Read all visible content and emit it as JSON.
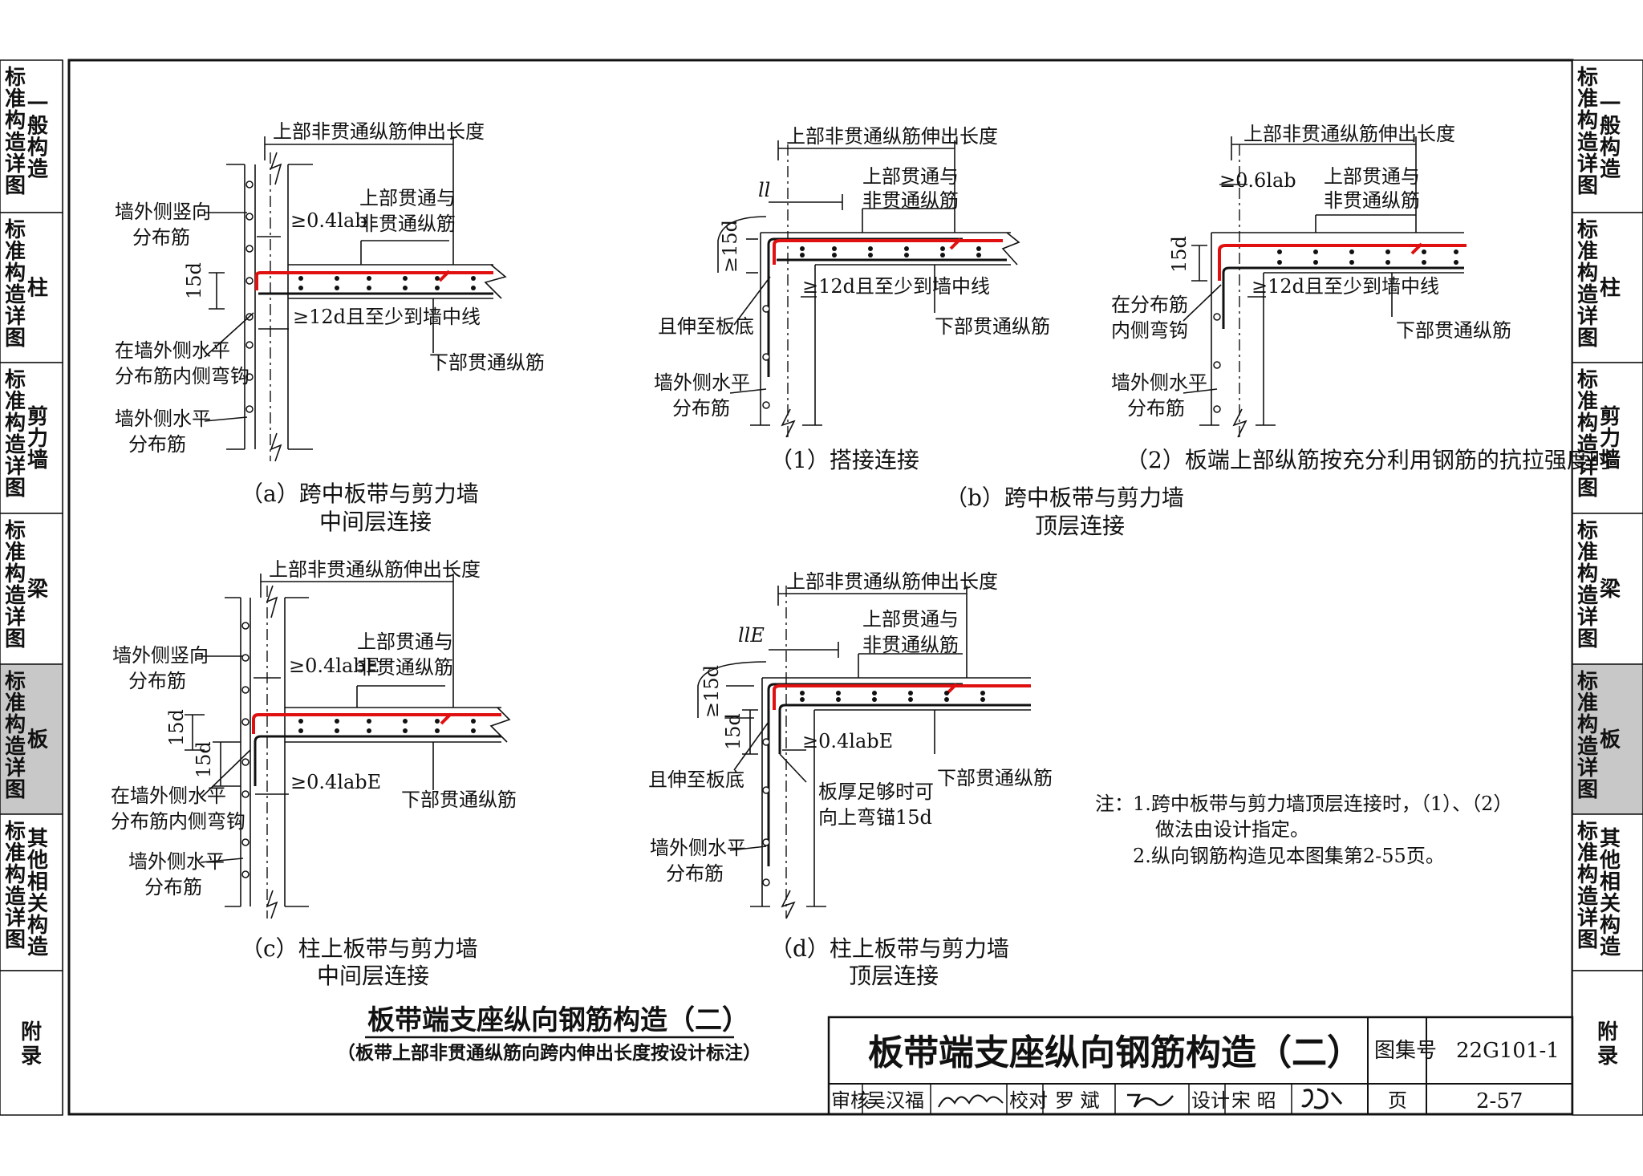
{
  "side_tabs": [
    {
      "lines": [
        "标",
        "准",
        "构",
        "造",
        "详",
        "图"
      ],
      "topic": [
        "一",
        "般",
        "构",
        "造"
      ],
      "active": false
    },
    {
      "lines": [
        "标",
        "准",
        "构",
        "造",
        "详",
        "图"
      ],
      "topic": [
        "柱"
      ],
      "active": false
    },
    {
      "lines": [
        "标",
        "准",
        "构",
        "造",
        "详",
        "图"
      ],
      "topic": [
        "剪",
        "力",
        "墙"
      ],
      "active": false
    },
    {
      "lines": [
        "标",
        "准",
        "构",
        "造",
        "详",
        "图"
      ],
      "topic": [
        "梁"
      ],
      "active": false
    },
    {
      "lines": [
        "标",
        "准",
        "构",
        "造",
        "详",
        "图"
      ],
      "topic": [
        "板"
      ],
      "active": true
    },
    {
      "lines": [
        "标",
        "准",
        "构",
        "造",
        "详",
        "图"
      ],
      "topic": [
        "其",
        "他",
        "相",
        "关",
        "构",
        "造"
      ],
      "active": false
    },
    {
      "lines": [
        "附",
        "录"
      ],
      "topic": [],
      "active": false
    }
  ],
  "colors": {
    "rebar_highlight": "#e01010",
    "active_tab": "#c8c8c8",
    "line": "#111111"
  },
  "diagram_a": {
    "dim_top": "上部非贯通纵筋伸出长度",
    "anchor": "≥0.4lab",
    "top_bars": [
      "上部贯通与",
      "非贯通纵筋"
    ],
    "wall_vertical": [
      "墙外侧竖向",
      "分布筋"
    ],
    "dim_15d": "15d",
    "hook_note": [
      "在墙外侧水平",
      "分布筋内侧弯钩"
    ],
    "wall_horizontal": [
      "墙外侧水平",
      "分布筋"
    ],
    "bottom_anchor": "≥12d且至少到墙中线",
    "bottom_bars": "下部贯通纵筋",
    "caption": [
      "（a）跨中板带与剪力墙",
      "中间层连接"
    ]
  },
  "diagram_b1": {
    "dim_top": "上部非贯通纵筋伸出长度",
    "lap": "ll",
    "top_bars": [
      "上部贯通与",
      "非贯通纵筋"
    ],
    "dim_15d": "≥15d",
    "bottom_anchor": "≥12d且至少到墙中线",
    "to_bottom": "且伸至板底",
    "bottom_bars": "下部贯通纵筋",
    "wall_horizontal": [
      "墙外侧水平",
      "分布筋"
    ],
    "caption": "（1）搭接连接"
  },
  "diagram_b2": {
    "dim_top": "上部非贯通纵筋伸出长度",
    "anchor": "≥0.6lab",
    "top_bars": [
      "上部贯通与",
      "非贯通纵筋"
    ],
    "dim_15d": "15d",
    "bottom_anchor": "≥12d且至少到墙中线",
    "hook_note": [
      "在分布筋",
      "内侧弯钩"
    ],
    "bottom_bars": "下部贯通纵筋",
    "wall_horizontal": [
      "墙外侧水平",
      "分布筋"
    ],
    "caption": "（2）板端上部纵筋按充分利用钢筋的抗拉强度时"
  },
  "caption_b": [
    "（b）跨中板带与剪力墙",
    "顶层连接"
  ],
  "diagram_c": {
    "dim_top": "上部非贯通纵筋伸出长度",
    "anchor": "≥0.4labE",
    "top_bars": [
      "上部贯通与",
      "非贯通纵筋"
    ],
    "wall_vertical": [
      "墙外侧竖向",
      "分布筋"
    ],
    "dim_15d_top": "15d",
    "dim_15d_bottom": "15d",
    "hook_note": [
      "在墙外侧水平",
      "分布筋内侧弯钩"
    ],
    "bottom_anchor": "≥0.4labE",
    "bottom_bars": "下部贯通纵筋",
    "wall_horizontal": [
      "墙外侧水平",
      "分布筋"
    ],
    "caption": [
      "（c）柱上板带与剪力墙",
      "中间层连接"
    ]
  },
  "diagram_d": {
    "dim_top": "上部非贯通纵筋伸出长度",
    "lap": "llE",
    "top_bars": [
      "上部贯通与",
      "非贯通纵筋"
    ],
    "dim_15d_top": "≥15d",
    "dim_15d_bottom": "15d",
    "to_bottom": "且伸至板底",
    "bottom_anchor": "≥0.4labE",
    "thick_note": [
      "板厚足够时可",
      "向上弯锚15d"
    ],
    "bottom_bars": "下部贯通纵筋",
    "wall_horizontal": [
      "墙外侧水平",
      "分布筋"
    ],
    "caption": [
      "（d）柱上板带与剪力墙",
      "顶层连接"
    ]
  },
  "notes": {
    "prefix": "注：",
    "items": [
      "1.跨中板带与剪力墙顶层连接时，（1）、（2）",
      "做法由设计指定。",
      "2.纵向钢筋构造见本图集第2-55页。"
    ]
  },
  "page_title": "板带端支座纵向钢筋构造（二）",
  "page_subtitle": "（板带上部非贯通纵筋向跨内伸出长度按设计标注）",
  "title_block": {
    "title": "板带端支座纵向钢筋构造（二）",
    "atlas_label": "图集号",
    "atlas_no": "22G101-1",
    "review_label": "审核",
    "reviewer": "吴汉福",
    "check_label": "校对",
    "checker": "罗 斌",
    "design_label": "设计",
    "designer": "宋 昭",
    "page_label": "页",
    "page_no": "2-57"
  }
}
